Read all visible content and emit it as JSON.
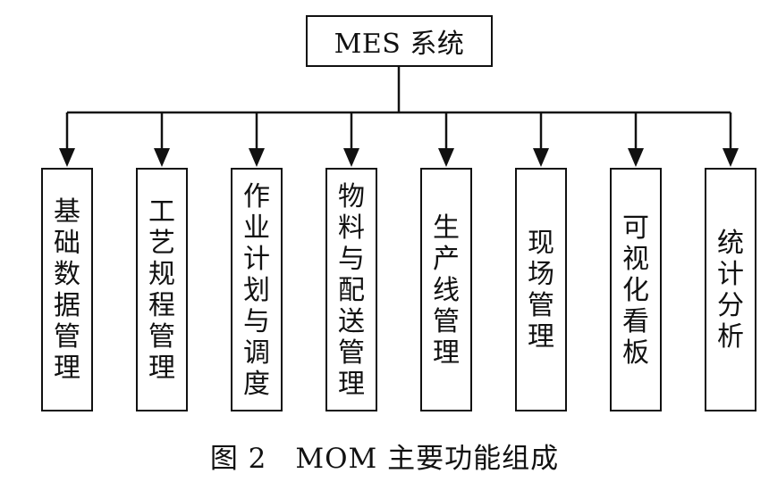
{
  "root": {
    "label": "MES 系统"
  },
  "modules": [
    {
      "label": "基\n础\n数\n据\n管\n理"
    },
    {
      "label": "工\n艺\n规\n程\n管\n理"
    },
    {
      "label": "作\n业\n计\n划\n与\n调\n度"
    },
    {
      "label": "物\n料\n与\n配\n送\n管\n理"
    },
    {
      "label": "生\n产\n线\n管\n理"
    },
    {
      "label": "现\n场\n管\n理"
    },
    {
      "label": "可\n视\n化\n看\n板"
    },
    {
      "label": "统\n计\n分\n析"
    }
  ],
  "caption": "图 2　MOM 主要功能组成"
}
